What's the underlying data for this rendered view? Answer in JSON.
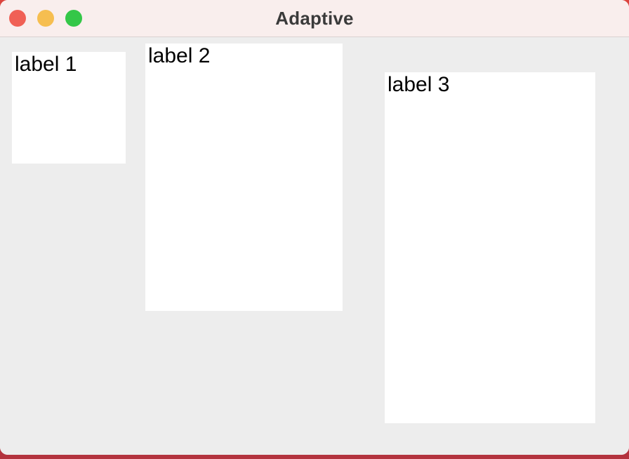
{
  "window": {
    "title": "Adaptive"
  },
  "titlebar": {
    "background_color": "#F9EEED",
    "border_color": "#DAD2D1",
    "title_color": "#3A3A3A",
    "traffic_lights": {
      "close_color": "#F06055",
      "minimize_color": "#F6BE50",
      "zoom_color": "#34C748"
    }
  },
  "content": {
    "background_color": "#EDEDED",
    "panel_background_color": "#FFFFFF",
    "panels": [
      {
        "label": "label 1"
      },
      {
        "label": "label 2"
      },
      {
        "label": "label 3"
      }
    ]
  },
  "backdrop": {
    "color_top": "#DC443E",
    "color_bottom": "#B3333E"
  }
}
